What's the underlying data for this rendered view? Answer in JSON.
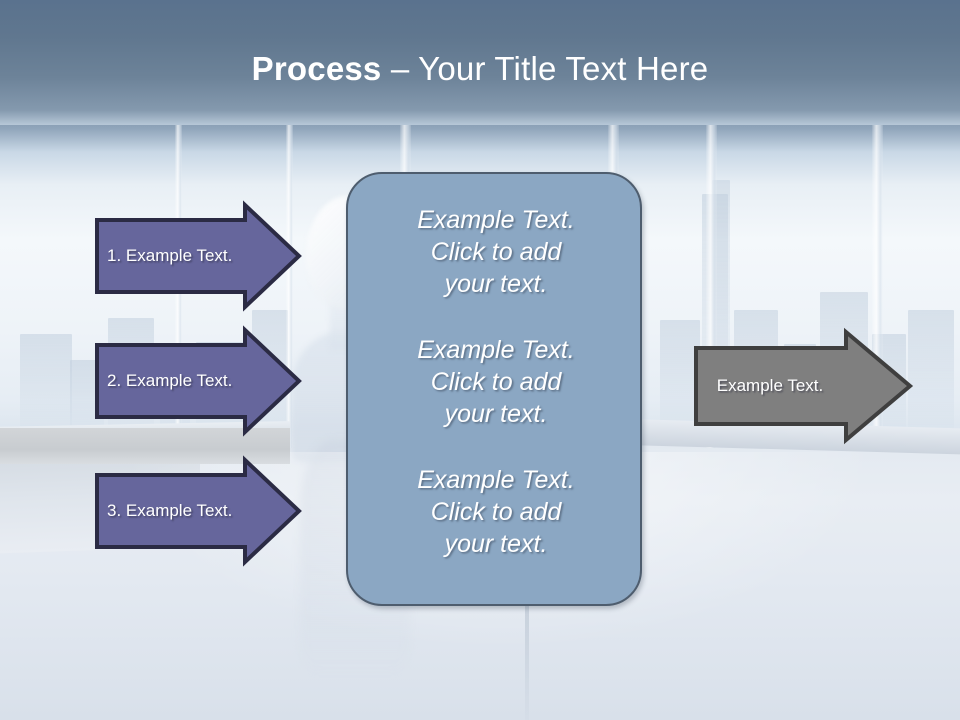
{
  "slide": {
    "title_bold": "Process",
    "title_rest": " – Your Title Text Here",
    "background_description": "office-window-city-skyline"
  },
  "colors": {
    "title_band_top": "#5a728e",
    "title_band_bottom": "#b7c8d8",
    "arrow_purple_fill": "#66669c",
    "arrow_purple_stroke": "#2b2b44",
    "arrow_gray_fill": "#7f7f7f",
    "arrow_gray_stroke": "#3f3f3f",
    "card_fill": "#8ba7c3",
    "card_stroke": "#4e5d6e",
    "text_white": "#ffffff"
  },
  "left_arrows": [
    {
      "label": "1. Example Text."
    },
    {
      "label": "2. Example Text."
    },
    {
      "label": "3. Example Text."
    }
  ],
  "center_card": {
    "blocks": [
      "Example Text.\nClick  to add\nyour text.",
      "Example Text.\nClick  to add\nyour text.",
      "Example Text.\nClick  to add\nyour text."
    ]
  },
  "right_arrow": {
    "label": "Example Text."
  }
}
